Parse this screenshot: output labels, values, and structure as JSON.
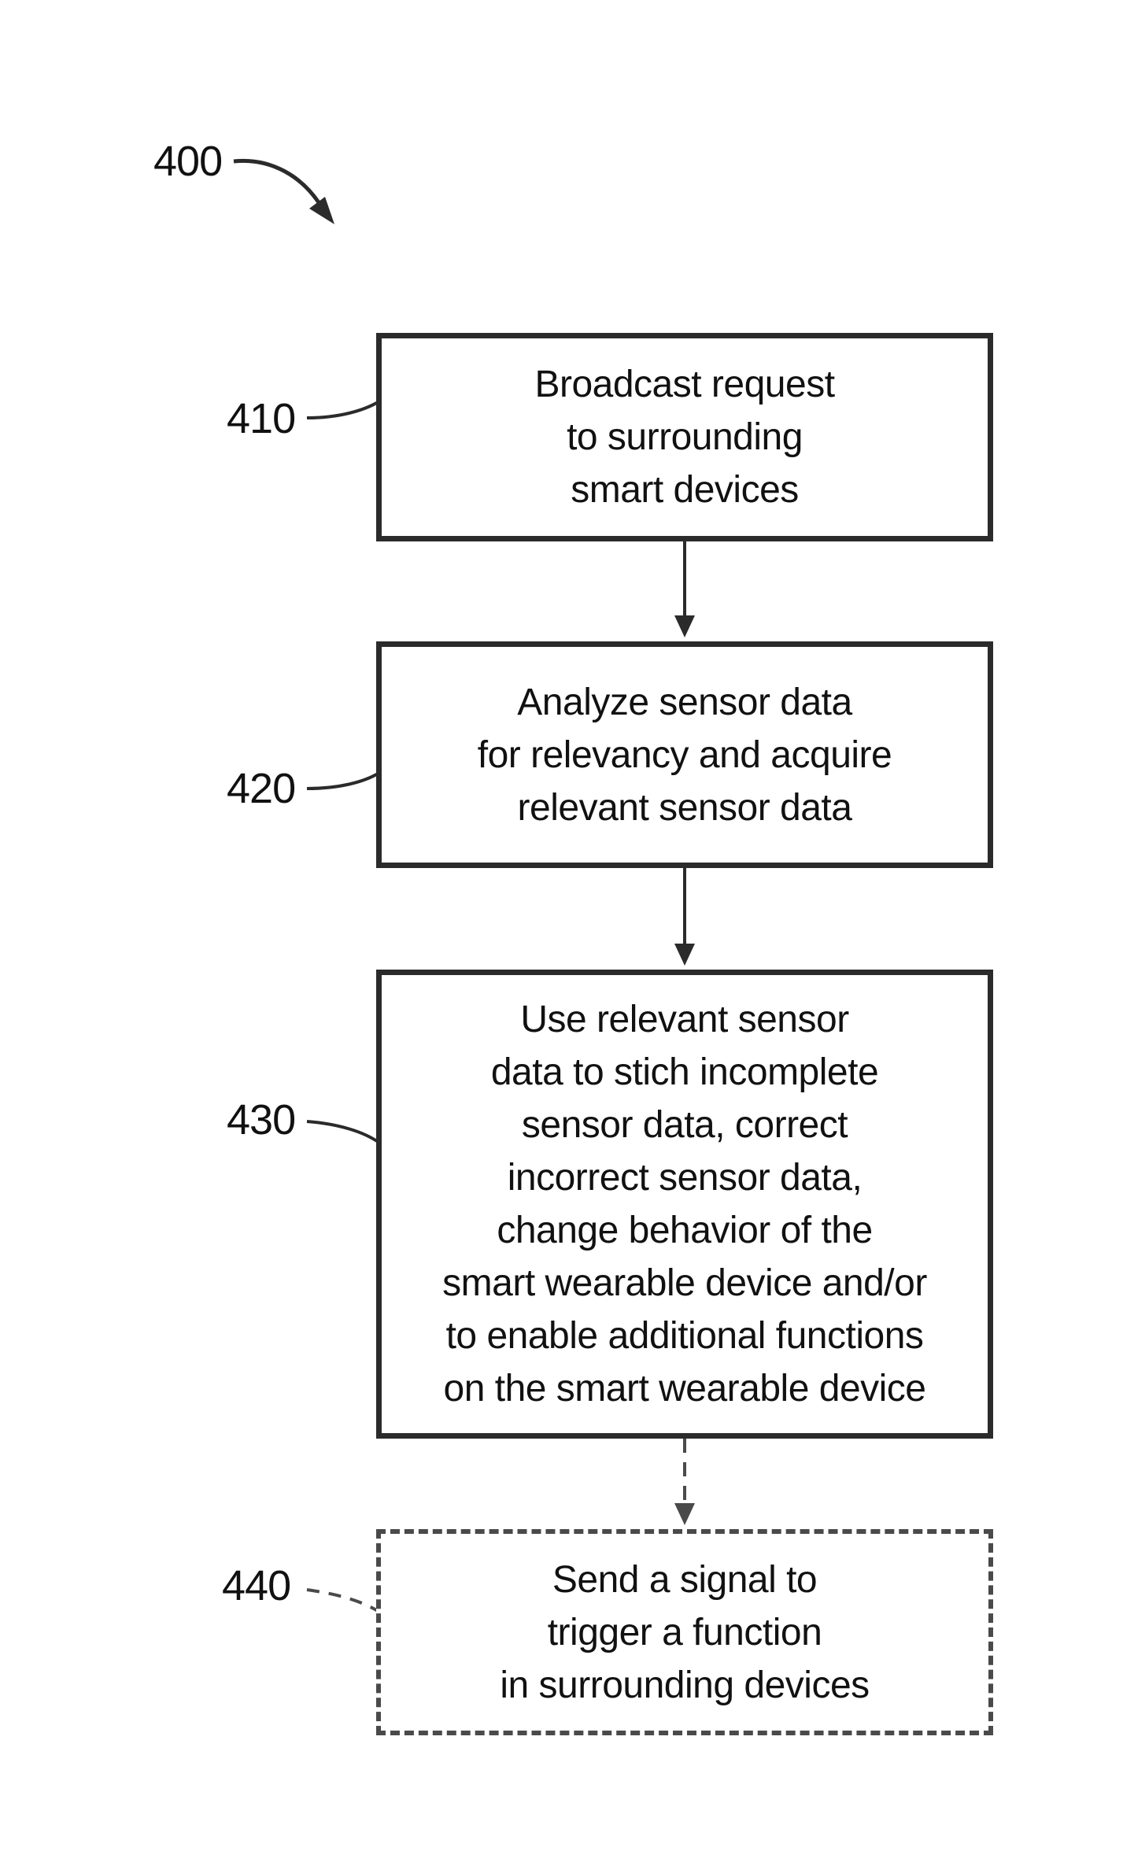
{
  "figure": {
    "ref": "400"
  },
  "steps": [
    {
      "ref": "410",
      "lines": [
        "Broadcast request",
        "to surrounding",
        "smart devices"
      ],
      "optional": false
    },
    {
      "ref": "420",
      "lines": [
        "Analyze sensor data",
        "for relevancy and acquire",
        "relevant sensor data"
      ],
      "optional": false
    },
    {
      "ref": "430",
      "lines": [
        "Use relevant sensor",
        "data to stich incomplete",
        "sensor data, correct",
        "incorrect sensor data,",
        "change behavior of the",
        "smart wearable device and/or",
        "to enable additional functions",
        "on the smart wearable device"
      ],
      "optional": false
    },
    {
      "ref": "440",
      "lines": [
        "Send a signal to",
        "trigger a function",
        "in surrounding devices"
      ],
      "optional": true
    }
  ],
  "colors": {
    "line": "#2b2b2b",
    "dashed": "#4a4a4a"
  }
}
